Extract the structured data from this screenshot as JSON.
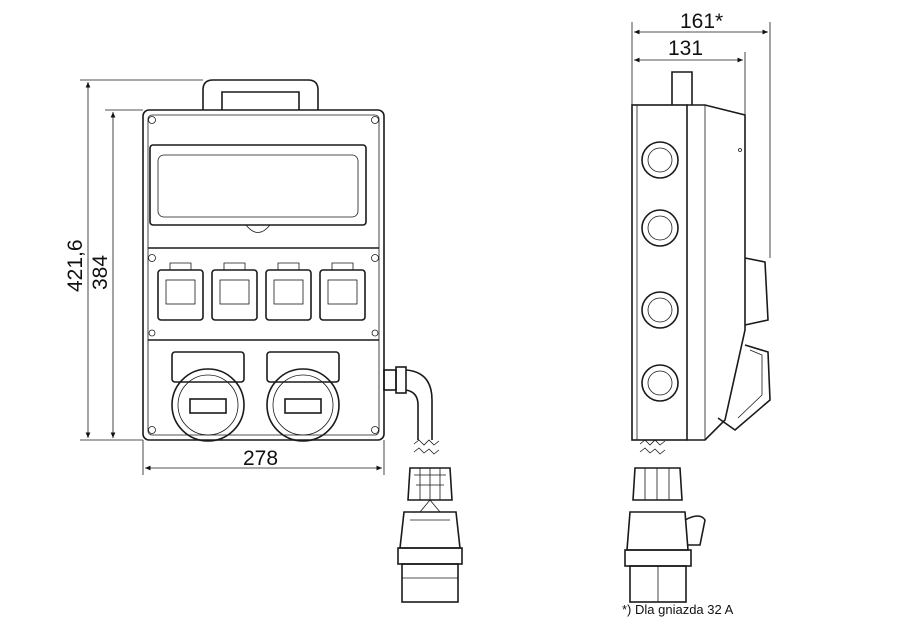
{
  "dimensions": {
    "total_height": "421,6",
    "box_height": "384",
    "width": "278",
    "depth_total": "161*",
    "depth_box": "131"
  },
  "footnote": "*) Dla gniazda 32 A"
}
